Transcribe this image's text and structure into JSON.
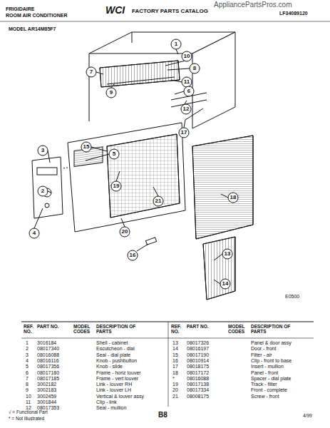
{
  "diagram": {
    "labels": [
      "FRIGIDAIRE",
      "ROOM AIR CONDITIONER",
      "WCI",
      "FACTORY PARTS CATALOG",
      "LF34089120",
      "AppliancePartsPros.com",
      "MODEL AR14M85F7",
      "1",
      "10",
      "8",
      "11",
      "6",
      "7",
      "9",
      "12",
      "17",
      "3",
      "15",
      "5",
      "2",
      "19",
      "4",
      "21",
      "20",
      "18",
      "16",
      "13",
      "14",
      "E0500",
      "REF. NO.",
      "PART NO.",
      "MODEL CODES",
      "DESCRIPTION OF PARTS",
      "REF. NO.",
      "PART NO.",
      "MODEL CODES",
      "DESCRIPTION OF PARTS",
      "1",
      "3016184",
      "Shell - cabinet",
      "2",
      "08017340",
      "Escutcheon - dial",
      "3",
      "08016088",
      "Seal - dial plate",
      "4",
      "08016116",
      "Knob - pushbutton",
      "5",
      "08017356",
      "Knob - slide",
      "6",
      "08017180",
      "Frame - horiz louver",
      "7",
      "08017185",
      "Frame - vert louver",
      "8",
      "3002182",
      "Link - louver RH",
      "9",
      "3002183",
      "Link - louver LH",
      "10",
      "3002459",
      "Vertical & louver assy",
      "11",
      "3001844",
      "Clip - link",
      "12",
      "08017353",
      "Seal - mullion",
      "13",
      "08017326",
      "Panel & door assy",
      "14",
      "08016197",
      "Door - front",
      "15",
      "08017190",
      "Filter - air",
      "16",
      "08010914",
      "Clip - front to base",
      "17",
      "08018175",
      "Insert - mullion",
      "18",
      "08017172",
      "Panel - front",
      "*",
      "08016088",
      "Spacer - dial plate",
      "19",
      "08017138",
      "Track - filter",
      "20",
      "08017334",
      "Front - complete",
      "21",
      "08008175",
      "Screw - front",
      "√ = Functional Part",
      "* = Not Illustrated",
      "B8",
      "4/99"
    ]
  }
}
